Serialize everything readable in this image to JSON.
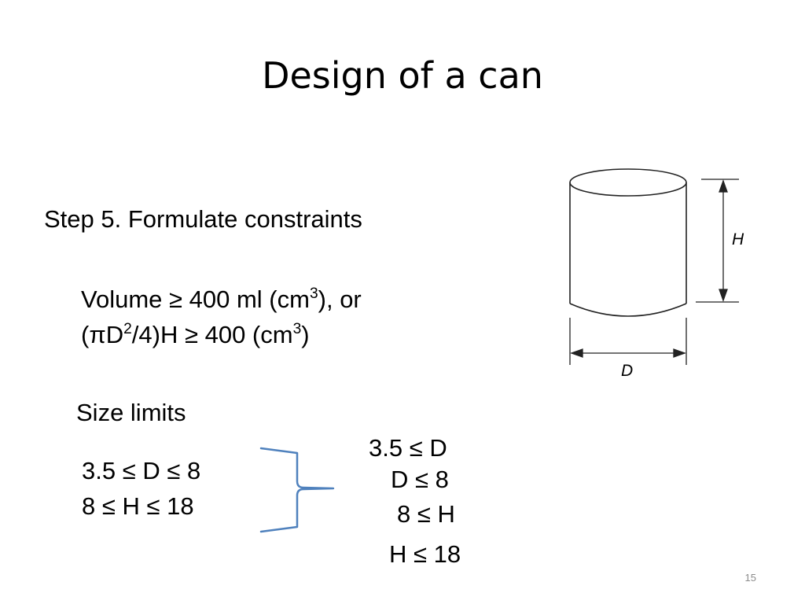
{
  "slide": {
    "title": "Design of a can",
    "step": "Step 5. Formulate constraints",
    "volume": {
      "line1_a": "Volume ≥ 400 ml (cm",
      "line1_sup": "3",
      "line1_b": "), or",
      "line2_a": "(πD",
      "line2_sup1": "2",
      "line2_b": "/4)H ≥ 400 (cm",
      "line2_sup2": "3",
      "line2_c": ")"
    },
    "size_limits_label": "Size limits",
    "combined": [
      "3.5 ≤ D ≤  8",
      "8 ≤ H ≤ 18"
    ],
    "split": [
      "3.5 ≤ D",
      "D ≤  8",
      "8 ≤ H",
      "H ≤ 18"
    ],
    "page_number": "15"
  },
  "figure": {
    "height_label": "H",
    "diameter_label": "D"
  },
  "colors": {
    "brace": "#4f81bd",
    "slide_number": "#8c8c8c"
  }
}
